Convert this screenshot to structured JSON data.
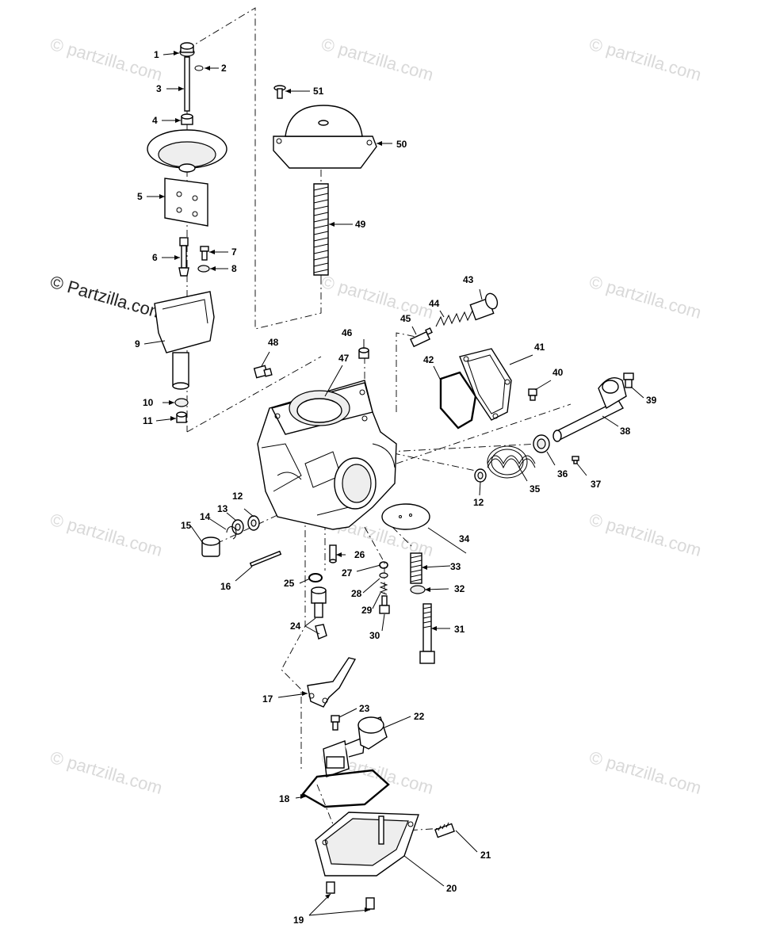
{
  "watermark": {
    "text": "© partzilla.com",
    "color": "#d9d9d9",
    "prominent_text": "© Partzilla.com"
  },
  "callouts": [
    {
      "id": "1",
      "label": "1"
    },
    {
      "id": "2",
      "label": "2"
    },
    {
      "id": "3",
      "label": "3"
    },
    {
      "id": "4",
      "label": "4"
    },
    {
      "id": "5",
      "label": "5"
    },
    {
      "id": "6",
      "label": "6"
    },
    {
      "id": "7",
      "label": "7"
    },
    {
      "id": "8",
      "label": "8"
    },
    {
      "id": "9",
      "label": "9"
    },
    {
      "id": "10",
      "label": "10"
    },
    {
      "id": "11",
      "label": "11"
    },
    {
      "id": "12a",
      "label": "12"
    },
    {
      "id": "12b",
      "label": "12"
    },
    {
      "id": "13",
      "label": "13"
    },
    {
      "id": "14",
      "label": "14"
    },
    {
      "id": "15",
      "label": "15"
    },
    {
      "id": "16",
      "label": "16"
    },
    {
      "id": "17",
      "label": "17"
    },
    {
      "id": "18",
      "label": "18"
    },
    {
      "id": "19",
      "label": "19"
    },
    {
      "id": "20",
      "label": "20"
    },
    {
      "id": "21",
      "label": "21"
    },
    {
      "id": "22",
      "label": "22"
    },
    {
      "id": "23",
      "label": "23"
    },
    {
      "id": "24",
      "label": "24"
    },
    {
      "id": "25",
      "label": "25"
    },
    {
      "id": "26",
      "label": "26"
    },
    {
      "id": "27",
      "label": "27"
    },
    {
      "id": "28",
      "label": "28"
    },
    {
      "id": "29",
      "label": "29"
    },
    {
      "id": "30",
      "label": "30"
    },
    {
      "id": "31",
      "label": "31"
    },
    {
      "id": "32",
      "label": "32"
    },
    {
      "id": "33",
      "label": "33"
    },
    {
      "id": "34",
      "label": "34"
    },
    {
      "id": "35",
      "label": "35"
    },
    {
      "id": "36",
      "label": "36"
    },
    {
      "id": "37",
      "label": "37"
    },
    {
      "id": "38",
      "label": "38"
    },
    {
      "id": "39",
      "label": "39"
    },
    {
      "id": "40",
      "label": "40"
    },
    {
      "id": "41",
      "label": "41"
    },
    {
      "id": "42",
      "label": "42"
    },
    {
      "id": "43",
      "label": "43"
    },
    {
      "id": "44",
      "label": "44"
    },
    {
      "id": "45",
      "label": "45"
    },
    {
      "id": "46",
      "label": "46"
    },
    {
      "id": "47",
      "label": "47"
    },
    {
      "id": "48",
      "label": "48"
    },
    {
      "id": "49",
      "label": "49"
    },
    {
      "id": "50",
      "label": "50"
    },
    {
      "id": "51",
      "label": "51"
    }
  ]
}
